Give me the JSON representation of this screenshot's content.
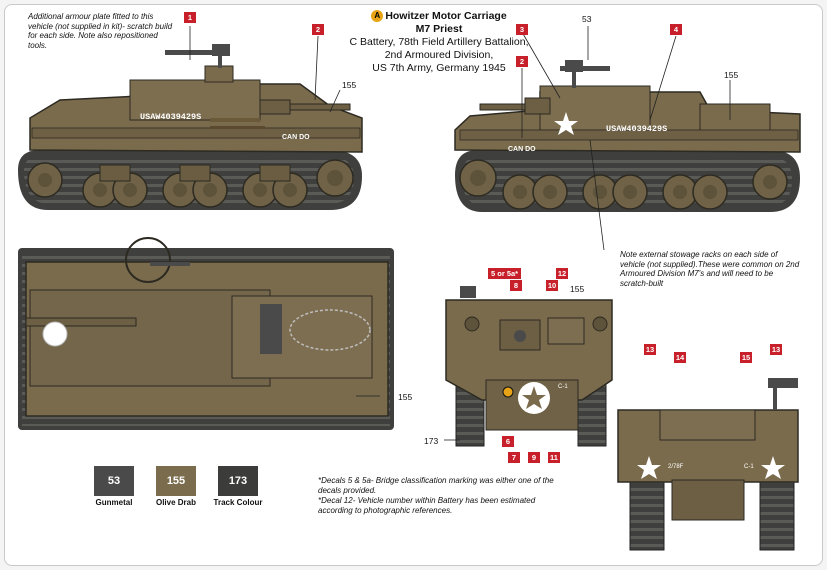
{
  "header": {
    "badge": "A",
    "title": "Howitzer Motor Carriage",
    "subtitle": "M7 Priest",
    "unit_lines": [
      "C Battery, 78th Field Artillery Battalion,",
      "2nd Armoured Division,",
      "US 7th Army, Germany 1945"
    ]
  },
  "notes": {
    "armour": "Additional armour plate fitted to this vehicle (not supplied in kit)- scratch build for each side. Note also repositioned tools.",
    "stowage": "Note external stowage racks on each side of vehicle (not supplied).These were common on 2nd Armoured Division M7's and will need to be scratch-built",
    "decals": [
      "*Decals 5 & 5a- Bridge classification marking was either one of the decals provided.",
      "*Decal 12- Vehicle number within Battery has been estimated according to photographic references."
    ]
  },
  "markings": {
    "serial": "USAW4039429S",
    "name": "CAN DO",
    "front_code": "C-1",
    "rear_code_left": "2/78F",
    "rear_code_right": "C-1"
  },
  "callouts": [
    "53",
    "155",
    "155",
    "155",
    "155",
    "173"
  ],
  "decal_tags": [
    "1",
    "2",
    "3",
    "2",
    "4",
    "5 or 5a*",
    "8",
    "10",
    "12",
    "6",
    "7",
    "9",
    "11",
    "13",
    "14",
    "15",
    "13"
  ],
  "colors": {
    "olive_drab": "#7a6b4c",
    "gunmetal": "#4a4a4a",
    "track": "#3f3f3d",
    "tag_red": "#c8202a"
  },
  "swatches": [
    {
      "code": "53",
      "label": "Gunmetal",
      "color": "#4a4a4a"
    },
    {
      "code": "155",
      "label": "Olive Drab",
      "color": "#7b6c4e"
    },
    {
      "code": "173",
      "label": "Track Colour",
      "color": "#3c3c3b"
    }
  ]
}
